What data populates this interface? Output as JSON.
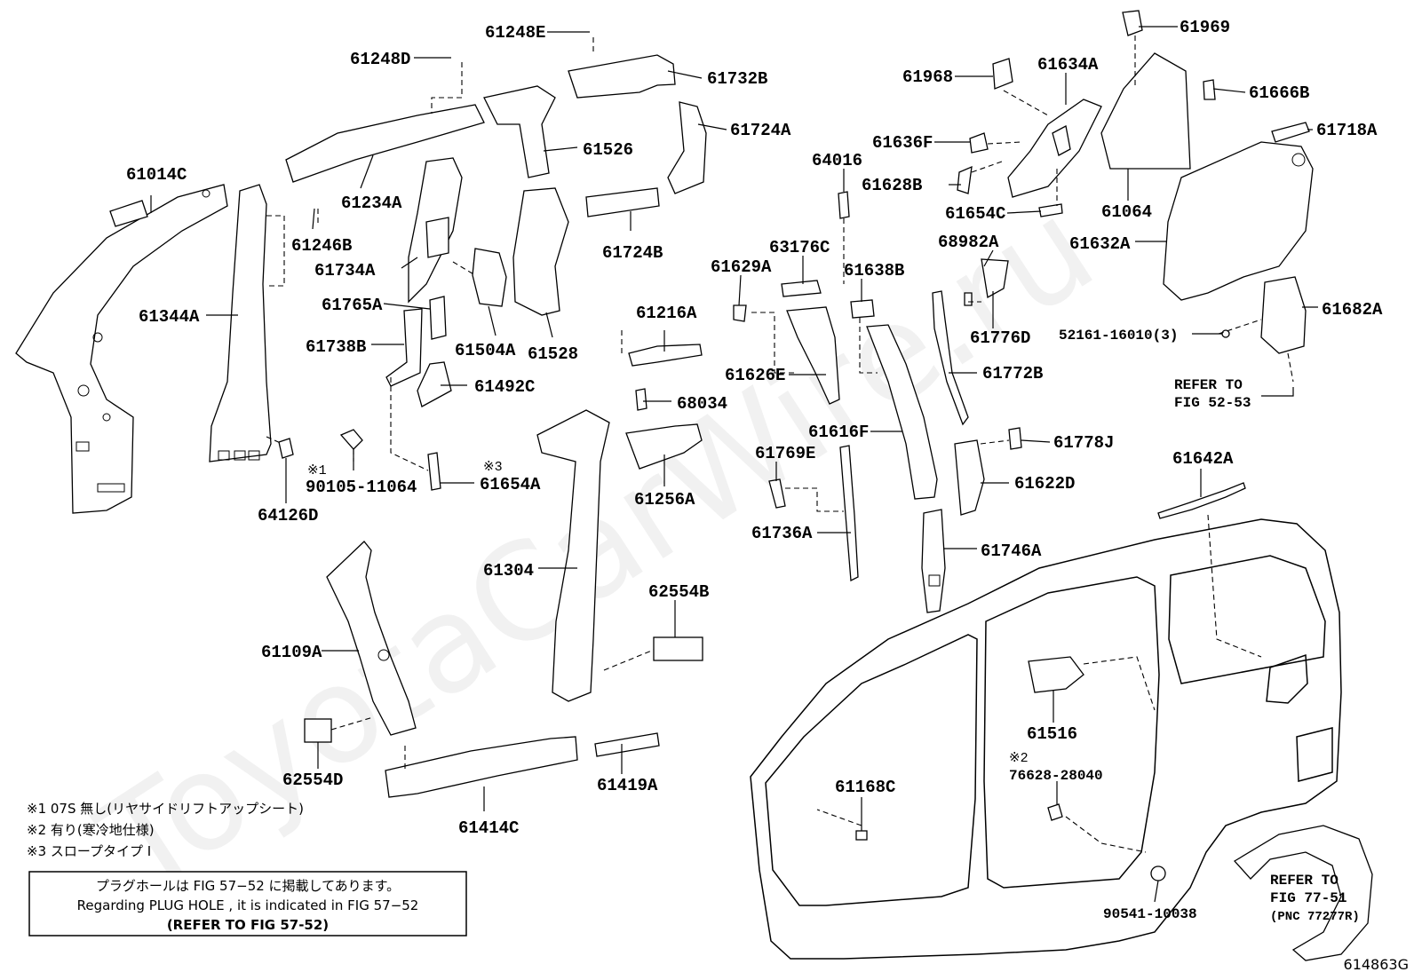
{
  "watermark": "ToyotaCarWire.ru",
  "figure_code": "614863G",
  "labels": {
    "p61248E": "61248E",
    "p61248D": "61248D",
    "p61732B": "61732B",
    "p61724A": "61724A",
    "p61526": "61526",
    "p61234A": "61234A",
    "p61014C": "61014C",
    "p61246B": "61246B",
    "p61734A": "61734A",
    "p61724B": "61724B",
    "p61765A": "61765A",
    "p61344A": "61344A",
    "p61504A": "61504A",
    "p61528": "61528",
    "p61738B": "61738B",
    "p61492C": "61492C",
    "p61216A": "61216A",
    "p68034": "68034",
    "p61256A": "61256A",
    "p90105": "90105-11064",
    "p61654A": "61654A",
    "p64126D": "64126D",
    "p61304": "61304",
    "p62554B": "62554B",
    "p61109A": "61109A",
    "p62554D": "62554D",
    "p61414C": "61414C",
    "p61419A": "61419A",
    "p61969": "61969",
    "p61968": "61968",
    "p61634A": "61634A",
    "p61666B": "61666B",
    "p61718A": "61718A",
    "p61636F": "61636F",
    "p64016": "64016",
    "p61628B": "61628B",
    "p61654C": "61654C",
    "p61064": "61064",
    "p61632A": "61632A",
    "p63176C": "63176C",
    "p68982A": "68982A",
    "p61629A": "61629A",
    "p61638B": "61638B",
    "p61682A": "61682A",
    "p52161": "52161-16010(3)",
    "p61776D": "61776D",
    "p61626E": "61626E",
    "p61772B": "61772B",
    "p61616F": "61616F",
    "p61778J": "61778J",
    "p61769E": "61769E",
    "p61622D": "61622D",
    "p61642A": "61642A",
    "p61736A": "61736A",
    "p61746A": "61746A",
    "p61516": "61516",
    "p76628": "76628-28040",
    "p61168C": "61168C",
    "p90541": "90541-10038"
  },
  "marks": {
    "m1": "※1",
    "m2": "※2",
    "m3": "※3"
  },
  "refer_fig52": {
    "line1": "REFER TO",
    "line2": "FIG 52-53"
  },
  "refer_fig77": {
    "line1": "REFER TO",
    "line2": "FIG 77-51",
    "line3": "(PNC 77277R)"
  },
  "notes": [
    "※1 07S 無し(リヤサイドリフトアップシート)",
    "※2 有り(寒冷地仕様)",
    "※3 スロープタイプ I"
  ],
  "info_box": {
    "line1": "プラグホールは FIG 57−52 に掲載してあります。",
    "line2": "Regarding PLUG HOLE , it is indicated in FIG 57−52",
    "line3": "(REFER TO FIG 57-52)"
  }
}
